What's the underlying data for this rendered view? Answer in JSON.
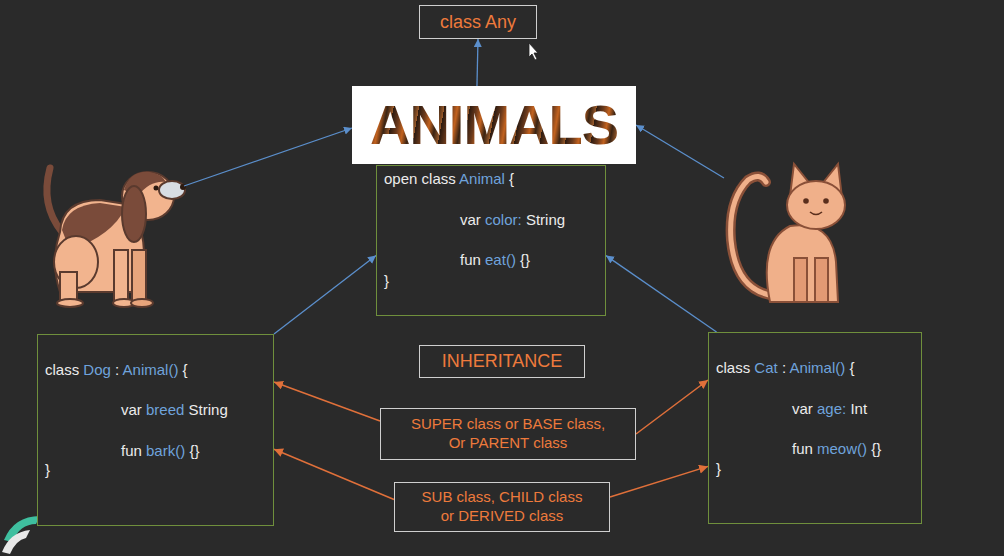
{
  "diagram": {
    "nodes": [
      {
        "text": [
          "class Any"
        ]
      },
      {
        "text": [
          "ANIMALS"
        ]
      },
      {
        "text": [
          "open class Animal {",
          "var color: String",
          "fun eat() {}",
          "}"
        ]
      },
      {
        "text": [
          "class Dog : Animal() {",
          "var breed String",
          "fun bark() {}",
          "}"
        ]
      },
      {
        "text": [
          "INHERITANCE"
        ]
      },
      {
        "text": [
          "class Cat : Animal() {",
          "var age: Int",
          "fun meow() {}",
          "}"
        ]
      },
      {
        "text": [
          "SUPER class or BASE class, Or PARENT class"
        ]
      },
      {
        "text": [
          "SUB class, CHILD class or DERIVED class"
        ]
      }
    ],
    "edges": [
      {
        "from": 1,
        "to": 0,
        "arrow": "to"
      },
      {
        "from": 3,
        "to": 2,
        "arrow": "to"
      },
      {
        "from": 5,
        "to": 2,
        "arrow": "to"
      },
      {
        "from": 6,
        "to": 3,
        "arrow": "to"
      },
      {
        "from": 6,
        "to": 5,
        "arrow": "to"
      },
      {
        "from": 7,
        "to": 3,
        "arrow": "to"
      },
      {
        "from": 7,
        "to": 5,
        "arrow": "to"
      }
    ]
  }
}
